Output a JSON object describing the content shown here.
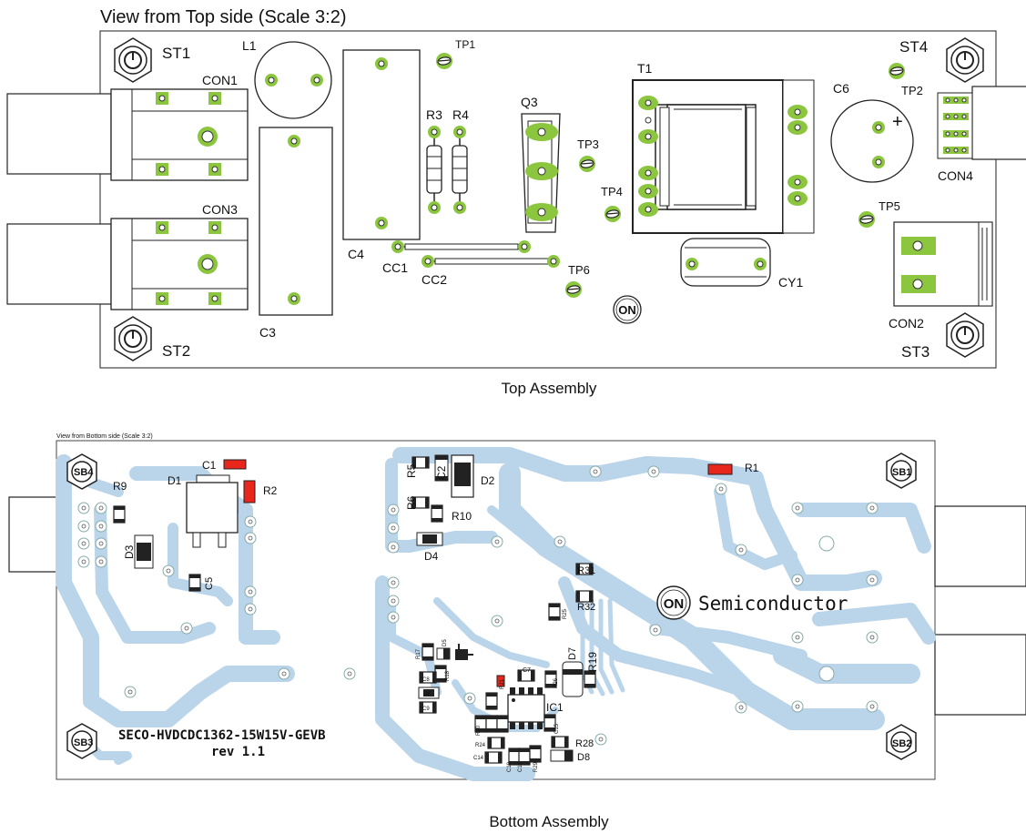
{
  "top": {
    "title": "View from Top side (Scale 3:2)",
    "caption": "Top Assembly",
    "labels": {
      "st1": "ST1",
      "st2": "ST2",
      "st3": "ST3",
      "st4": "ST4",
      "l1": "L1",
      "con1": "CON1",
      "con3": "CON3",
      "c3": "C3",
      "c4": "C4",
      "r3": "R3",
      "r4": "R4",
      "tp1": "TP1",
      "q3": "Q3",
      "tp3": "TP3",
      "tp4": "TP4",
      "cc1": "CC1",
      "cc2": "CC2",
      "tp6": "TP6",
      "t1": "T1",
      "cy1": "CY1",
      "c6": "C6",
      "plus": "+",
      "tp2": "TP2",
      "con4": "CON4",
      "tp5": "TP5",
      "con2": "CON2",
      "on_logo": "ON"
    }
  },
  "bottom": {
    "title": "View from Bottom side (Scale 3:2)",
    "caption": "Bottom Assembly",
    "board_name": "SECO-HVDCDC1362-15W15V-GEVB",
    "revision": "rev 1.1",
    "brand": "Semiconductor",
    "on_logo": "ON",
    "labels": {
      "sb4": "SB4",
      "sb1": "SB1",
      "sb3": "SB3",
      "sb2": "SB2",
      "c1": "C1",
      "r2": "R2",
      "r9": "R9",
      "d1": "D1",
      "d3": "D3",
      "c5": "C5",
      "r5": "R5",
      "c2": "C2",
      "d2": "D2",
      "r6": "R6",
      "r10": "R10",
      "d4": "D4",
      "r1": "R1",
      "r31": "R31",
      "r32": "R32",
      "r25": "R25",
      "d7": "D7",
      "r19": "R19",
      "ic1": "IC1",
      "r28": "R28",
      "d8": "D8",
      "c7": "C7",
      "c8": "C8",
      "d6": "D6",
      "c9": "C9",
      "r17": "R17",
      "d5": "D5",
      "r18": "R18",
      "r24": "R24",
      "c14": "C14",
      "c15": "C15",
      "r26": "R26",
      "c10": "C10",
      "c12": "C12",
      "r29": "R29",
      "r20": "R20",
      "r21": "R21"
    }
  }
}
